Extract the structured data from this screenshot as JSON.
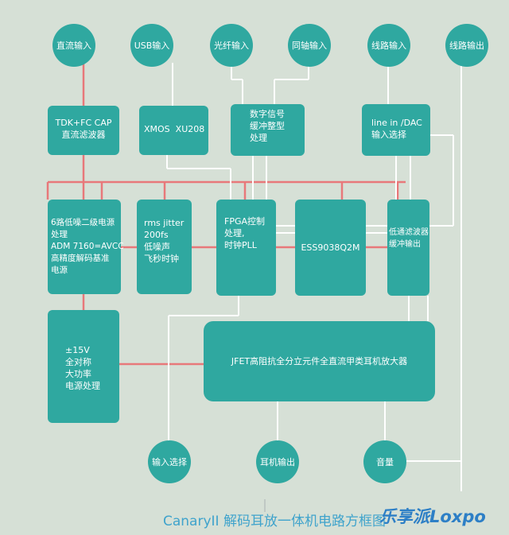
{
  "inputs": {
    "dc": "直流输入",
    "usb": "USB输入",
    "optical": "光纤输入",
    "coaxial": "同轴输入",
    "line_in": "线路输入",
    "line_out": "线路输出"
  },
  "blocks": {
    "dc_filter": [
      "TDK+FC CAP",
      "直流滤波器"
    ],
    "xmos": [
      "XMOS  XU208"
    ],
    "digital_buffer": [
      "数字信号",
      "缓冲整型",
      "处理"
    ],
    "line_in_dac": [
      "line in /DAC",
      "输入选择"
    ],
    "power": [
      "6路低噪二级电源",
      "处理",
      "ADM 7160=AVCC",
      "高精度解码基准",
      "电源"
    ],
    "clock": [
      "rms jitter",
      "200fs",
      "低噪声",
      "飞秒时钟"
    ],
    "fpga": [
      "FPGA控制",
      "处理,",
      "时钟PLL"
    ],
    "dac_chip": [
      "ESS9038Q2M"
    ],
    "lowpass": [
      "低通滤波器",
      "缓冲输出"
    ],
    "power15": [
      "±15V",
      "全对称",
      "大功率",
      "电源处理"
    ],
    "amp": [
      "JFET高阻抗全分立元件全直流甲类耳机放大器"
    ]
  },
  "outputs": {
    "input_select": "输入选择",
    "headphone_out": "耳机输出",
    "volume": "音量"
  },
  "footer": {
    "title": "CanaryII 解码耳放一体机电路方框图",
    "logo": "乐享派Loxpo"
  },
  "colors": {
    "block": "#2fa8a0",
    "background": "#d6e0d6",
    "power_line": "#e8787a",
    "signal_line": "#ffffff",
    "footer_text": "#3fa3cc",
    "logo": "#2d7fc6"
  }
}
